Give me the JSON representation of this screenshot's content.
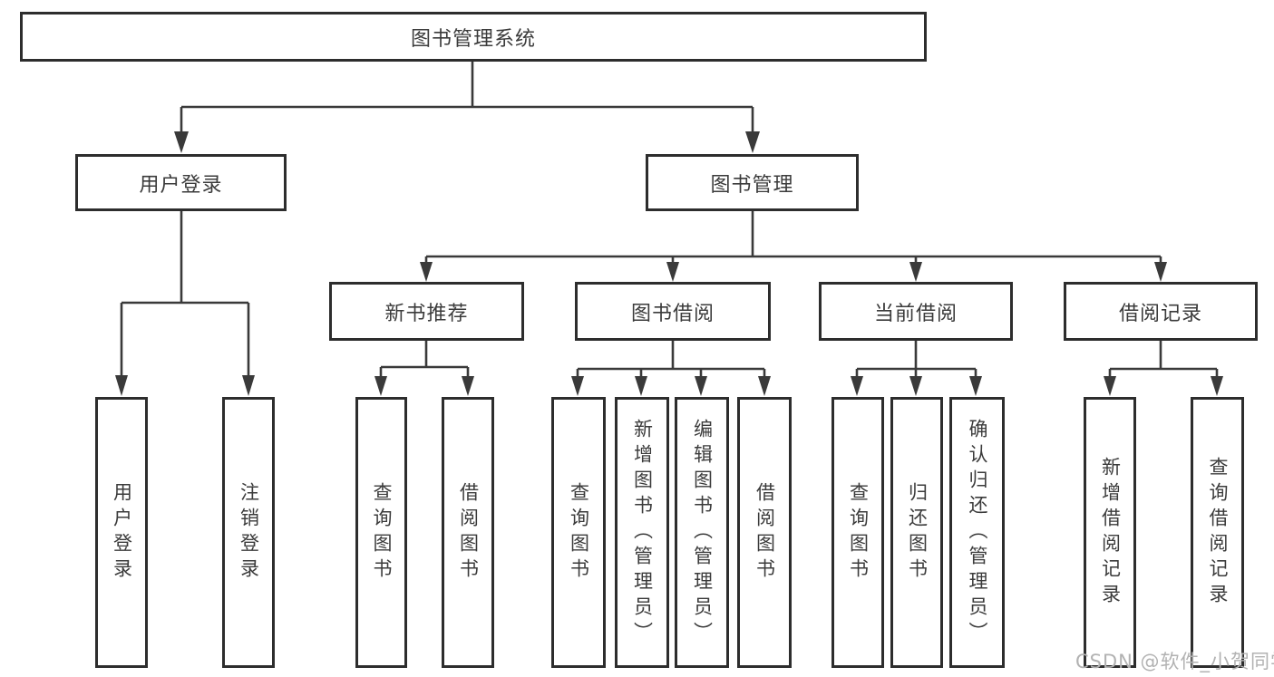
{
  "diagram_title": "图书管理系统",
  "nodes": {
    "root": {
      "label": "图书管理系统"
    },
    "user_login": {
      "label": "用户登录"
    },
    "book_management": {
      "label": "图书管理"
    },
    "new_book_recommend": {
      "label": "新书推荐"
    },
    "book_borrowing": {
      "label": "图书借阅"
    },
    "current_borrowing": {
      "label": "当前借阅"
    },
    "borrowing_records": {
      "label": "借阅记录"
    },
    "leaf_user_login": {
      "label": "用户登录"
    },
    "leaf_logout": {
      "label": "注销登录"
    },
    "leaf_nbr_query": {
      "label": "查询图书"
    },
    "leaf_nbr_borrow": {
      "label": "借阅图书"
    },
    "leaf_bb_query": {
      "label": "查询图书"
    },
    "leaf_bb_add": {
      "label": "新增图书（管理员）"
    },
    "leaf_bb_edit": {
      "label": "编辑图书（管理员）"
    },
    "leaf_bb_borrow": {
      "label": "借阅图书"
    },
    "leaf_cb_query": {
      "label": "查询图书"
    },
    "leaf_cb_return": {
      "label": "归还图书"
    },
    "leaf_cb_confirm": {
      "label": "确认归还（管理员）"
    },
    "leaf_br_add": {
      "label": "新增借阅记录"
    },
    "leaf_br_query": {
      "label": "查询借阅记录"
    }
  },
  "hierarchy": {
    "图书管理系统": {
      "用户登录": [
        "用户登录",
        "注销登录"
      ],
      "图书管理": {
        "新书推荐": [
          "查询图书",
          "借阅图书"
        ],
        "图书借阅": [
          "查询图书",
          "新增图书（管理员）",
          "编辑图书（管理员）",
          "借阅图书"
        ],
        "当前借阅": [
          "查询图书",
          "归还图书",
          "确认归还（管理员）"
        ],
        "借阅记录": [
          "新增借阅记录",
          "查询借阅记录"
        ]
      }
    }
  },
  "watermark": {
    "text": "CSDN @软件_小贺同学",
    "color": "#b2b2b2"
  },
  "colors": {
    "background": "#ffffff",
    "box_border": "#2d2d2d",
    "line": "#3a3a3a",
    "text": "#3b3b3b"
  }
}
